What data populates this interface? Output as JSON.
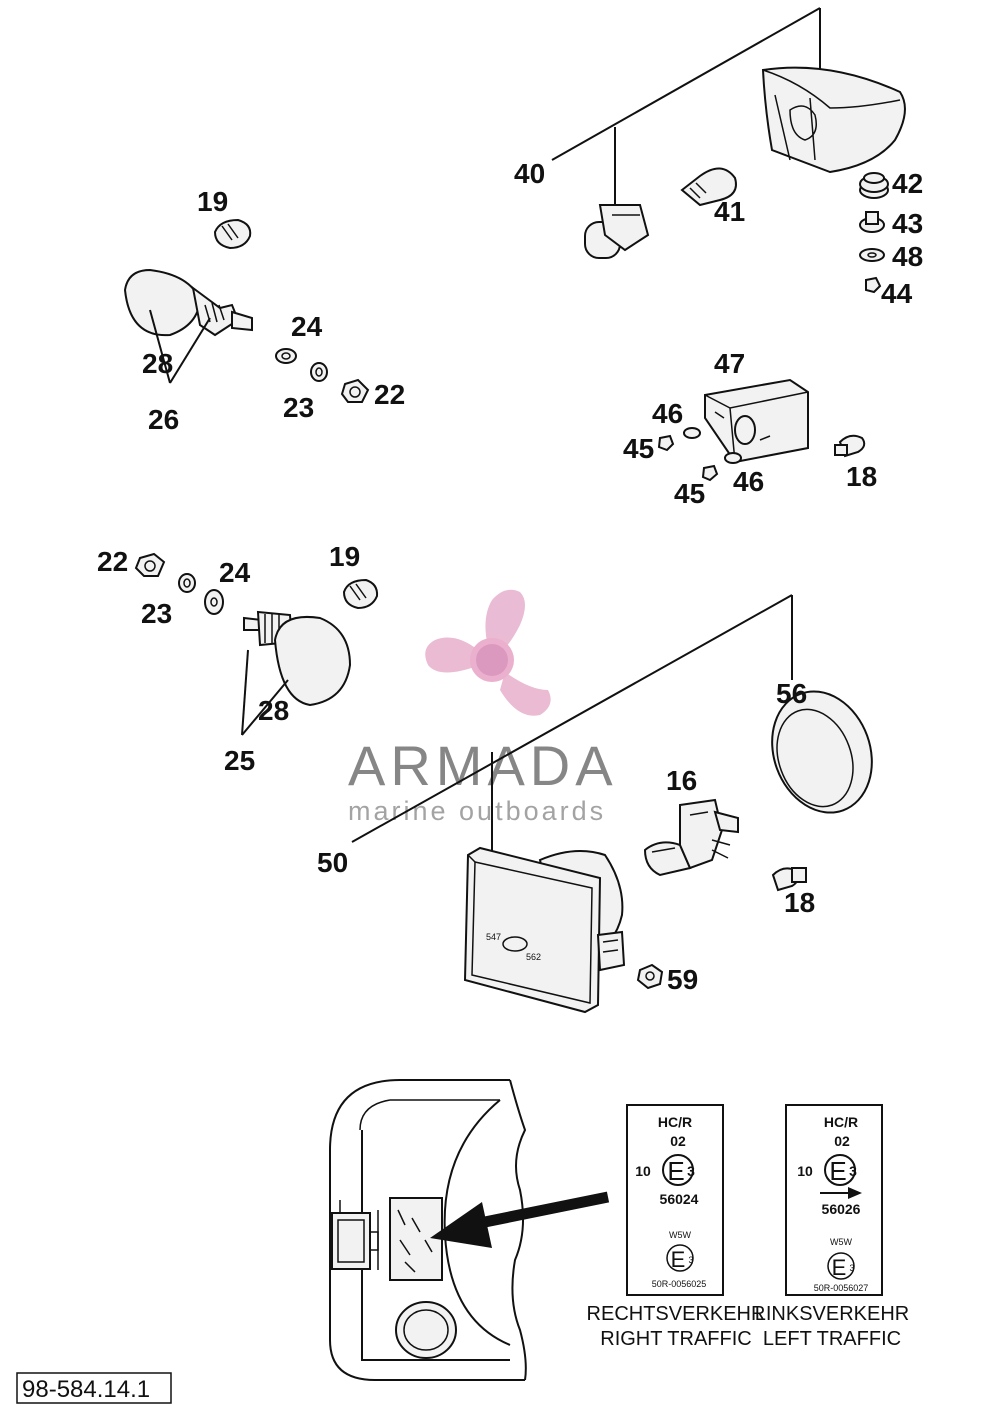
{
  "callouts": {
    "c19a": "19",
    "c28a": "28",
    "c26": "26",
    "c24a": "24",
    "c23a": "23",
    "c22a": "22",
    "c40": "40",
    "c41": "41",
    "c42": "42",
    "c43": "43",
    "c48": "48",
    "c44": "44",
    "c47": "47",
    "c46a": "46",
    "c45a": "45",
    "c45b": "45",
    "c46b": "46",
    "c18a": "18",
    "c22b": "22",
    "c24b": "24",
    "c23b": "23",
    "c19b": "19",
    "c28b": "28",
    "c25": "25",
    "c56": "56",
    "c16": "16",
    "c18b": "18",
    "c50": "50",
    "c59": "59"
  },
  "watermark": {
    "brand": "ARMADA",
    "tagline": "marine outboards"
  },
  "approval_labels": [
    {
      "hc": "HC/R",
      "code": "02",
      "ten": "10",
      "e": "E",
      "e_num": "3",
      "number": "56024",
      "w5w": "W5W",
      "e2": "E",
      "e2_num": "3",
      "cert": "50R-0056025",
      "title_de": "RECHTSVERKEHR",
      "title_en": "RIGHT TRAFFIC"
    },
    {
      "hc": "HC/R",
      "code": "02",
      "ten": "10",
      "e": "E",
      "e_num": "3",
      "number": "56026",
      "w5w": "W5W",
      "e2": "E",
      "e2_num": "3",
      "cert": "50R-0056027",
      "title_de": "LINKSVERKEHR",
      "title_en": "LEFT TRAFFIC"
    }
  ],
  "document_number": "98-584.14.1",
  "colors": {
    "line": "#111111",
    "logo_pink": "#e8b4cf",
    "logo_dark_pink": "#d98fba",
    "brand_gray": "#7a7a7a"
  },
  "icons": [
    "propeller-logo-icon",
    "arrow-right-icon"
  ]
}
